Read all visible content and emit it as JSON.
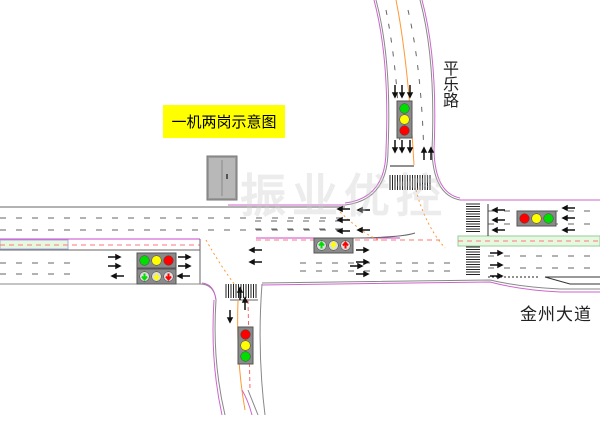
{
  "title": "一机两岗示意图",
  "roads": {
    "north": "平乐路",
    "main": "金州大道"
  },
  "watermark": "振业优控",
  "colors": {
    "red": "#ff0000",
    "yellow": "#ffff00",
    "green": "#00dd00",
    "signal_box": "#8a8a8a",
    "curb": "#cc66cc",
    "center": "#ff9933"
  },
  "signals": [
    {
      "id": "west-round",
      "orientation": "horizontal",
      "lights": [
        "green",
        "yellow",
        "red"
      ],
      "type": "round"
    },
    {
      "id": "west-arrow",
      "orientation": "horizontal",
      "lights": [
        "green",
        "yellow",
        "red"
      ],
      "type": "arrow-down"
    },
    {
      "id": "center-arrow",
      "orientation": "horizontal",
      "lights": [
        "green",
        "yellow",
        "red"
      ],
      "type": "arrow-up"
    },
    {
      "id": "east-round",
      "orientation": "horizontal",
      "lights": [
        "red",
        "yellow",
        "green"
      ],
      "type": "round"
    },
    {
      "id": "north-round",
      "orientation": "vertical",
      "lights": [
        "green",
        "yellow",
        "red"
      ],
      "type": "round"
    },
    {
      "id": "south-round",
      "orientation": "vertical",
      "lights": [
        "red",
        "yellow",
        "green"
      ],
      "type": "round"
    }
  ]
}
